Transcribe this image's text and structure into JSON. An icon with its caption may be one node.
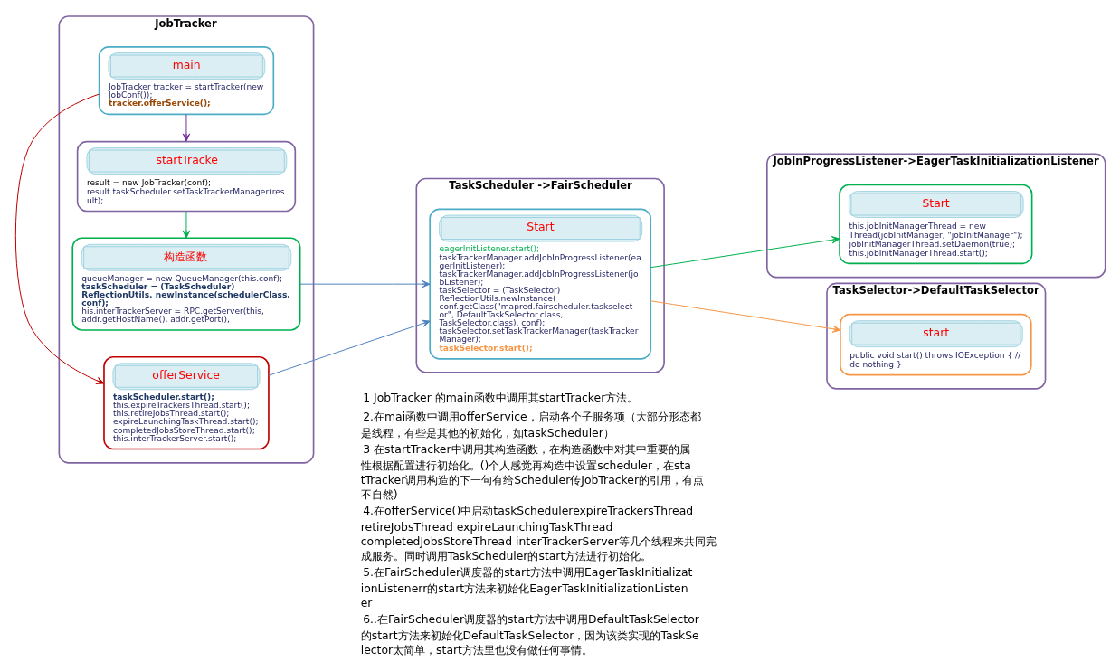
{
  "diagram": {
    "nodes": [
      {
        "text": [
          "JobTracker"
        ]
      },
      {
        "text": [
          "main",
          "JobTracker tracker = startTracker(new JobConf());",
          "tracker.offerService();"
        ],
        "in": 0
      },
      {
        "text": [
          "startTracke",
          "result = new JobTracker(conf);",
          "result.taskScheduler.setTaskTrackerManager(result);"
        ],
        "in": 0
      },
      {
        "text": [
          "构造函数",
          "queueManager = new QueueManager(this.conf);",
          "taskScheduler = (TaskScheduler) ReflectionUtils. newInstance(schedulerClass, conf);",
          "his.interTrackerServer = RPC.getServer(this, addr.getHostName(), addr.getPort(),"
        ],
        "in": 0
      },
      {
        "text": [
          "offerService",
          "taskScheduler.start();",
          "this.expireTrackersThread.start();",
          "this.retireJobsThread.start();",
          "expireLaunchingTaskThread.start();",
          "completedJobsStoreThread.start();",
          "this.interTrackerServer.start();"
        ],
        "in": 0
      },
      {
        "text": [
          "TaskScheduler ->FairScheduler"
        ]
      },
      {
        "text": [
          "Start",
          "eagerInitListener.start();",
          "taskTrackerManager.addJobInProgressListener(eagerInitListener);",
          "taskTrackerManager.addJobInProgressListener(jobListener);",
          "taskSelector = (TaskSelector) ReflectionUtils.newInstance(",
          "conf.getClass(\"mapred.fairscheduler.taskselector\", DefaultTaskSelector.class, TaskSelector.class), conf);",
          "taskSelector.setTaskTrackerManager(taskTrackerManager);",
          "taskSelector.start();"
        ],
        "in": 5
      },
      {
        "text": [
          "JobInProgressListener->EagerTaskInitializationListener"
        ]
      },
      {
        "text": [
          "Start",
          "this.jobInitManagerThread = new Thread(jobInitManager, \"jobInitManager\");",
          "jobInitManagerThread.setDaemon(true);",
          "this.jobInitManagerThread.start();"
        ],
        "in": 7
      },
      {
        "text": [
          "TaskSelector->DefaultTaskSelector"
        ]
      },
      {
        "text": [
          "start",
          "public void start() throws IOException { // do nothing }"
        ],
        "in": 9
      }
    ],
    "edges": [
      {
        "from": 1,
        "to": 2,
        "arrow": "to",
        "color": "#7030a0"
      },
      {
        "from": 1,
        "to": 4,
        "arrow": "to",
        "color": "#c00000"
      },
      {
        "from": 2,
        "to": 3,
        "arrow": "to",
        "color": "#00b050"
      },
      {
        "from": 3,
        "to": 6,
        "arrow": "to",
        "color": "#4f81bd"
      },
      {
        "from": 4,
        "to": 6,
        "arrow": "to",
        "color": "#4f81bd"
      },
      {
        "from": 6,
        "to": 8,
        "arrow": "to",
        "color": "#00b050"
      },
      {
        "from": 6,
        "to": 10,
        "arrow": "to",
        "color": "#f79646"
      }
    ],
    "labels": [
      "1 JobTracker 的main函数中调用其startTracker方法。",
      "2.在mai函数中调用offerService，启动各个子服务项（大部分形态都是线程，有些是其他的初始化，如taskScheduler）",
      "3 在startTracker中调用其构造函数，在构造函数中对其中重要的属性根据配置进行初始化。()个人感觉再构造中设置scheduler，在statTracker调用构造的下一句有给Scheduler传JobTracker的引用，有点不自然)",
      "4.在offerService()中启动taskSchedulerexpireTrackersThread retireJobsThread expireLaunchingTaskThread completedJobsStoreThread interTrackerServer等几个线程来共同完成服务。同时调用TaskScheduler的start方法进行初始化。",
      "5.在FairScheduler调度器的start方法中调用EagerTaskInitializationListenerr的start方法来初始化EagerTaskInitializationListener",
      "6..在FairScheduler调度器的start方法中调用DefaultTaskSelector的start方法来初始化DefaultTaskSelector，因为该类实现的TaskSelector太简单，start方法里也没有做任何事情。"
    ]
  }
}
